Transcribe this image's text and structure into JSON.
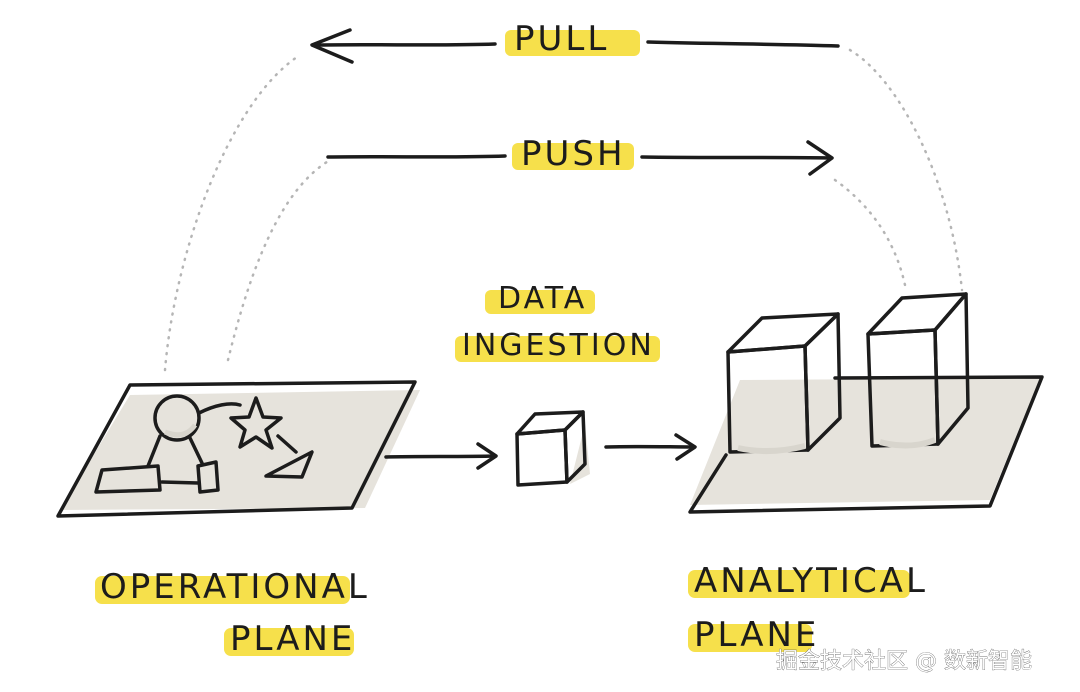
{
  "labels": {
    "pull": "PULL",
    "push": "PUSH",
    "data_ingestion_line1": "DATA",
    "data_ingestion_line2": "INGESTION",
    "operational_line1": "OPERATIONAL",
    "operational_line2": "PLANE",
    "analytical_line1": "ANALYTICAL",
    "analytical_line2": "PLANE"
  },
  "watermark": "掘金技术社区 @ 数新智能",
  "colors": {
    "highlight": "#f6e04b",
    "ink": "#1c1c1c",
    "platform_shadow": "#e6e3dc",
    "dotted": "#b5b5b5"
  }
}
